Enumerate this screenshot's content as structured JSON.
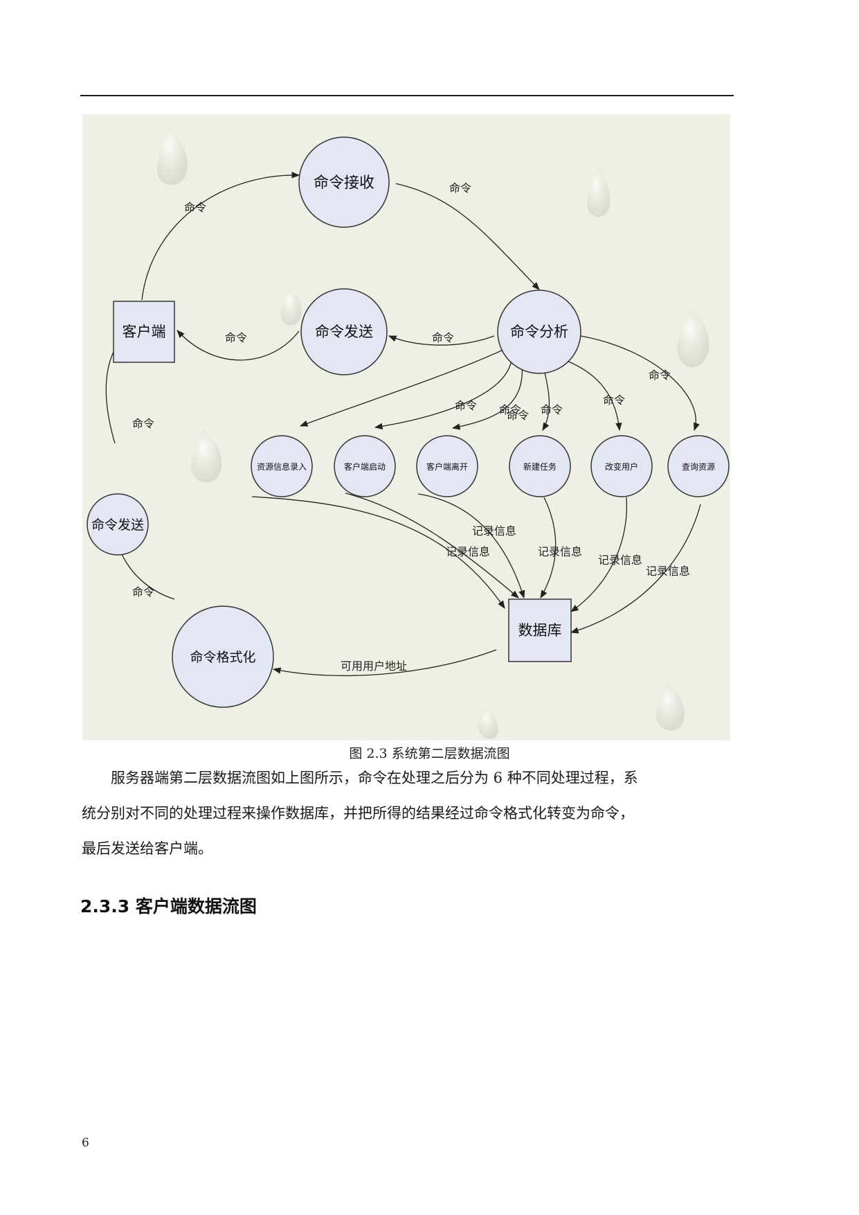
{
  "diagram": {
    "nodes": {
      "cmd_receive": "命令接收",
      "client": "客户端",
      "cmd_send_top": "命令发送",
      "cmd_analyze": "命令分析",
      "res_input": "资源信息录入",
      "client_start": "客户端启动",
      "client_leave": "客户端离开",
      "new_task": "新建任务",
      "change_user": "改变用户",
      "query_res": "查询资源",
      "cmd_send_left": "命令发送",
      "cmd_format": "命令格式化",
      "database": "数据库"
    },
    "edge_labels": {
      "client_to_receive": "命令",
      "receive_to_analyze": "命令",
      "send_to_client": "命令",
      "analyze_to_send": "命令",
      "analyze_to_res_input": "命令",
      "analyze_to_client_start": "命令",
      "analyze_to_client_leave": "命令",
      "analyze_to_new_task": "命令",
      "analyze_to_change_user": "命令",
      "analyze_to_query_res": "命令",
      "send_left_to_client": "命令",
      "format_to_send_left": "命令",
      "res_input_to_db": "记录信息",
      "client_start_to_db": "记录信息",
      "new_task_to_db": "记录信息",
      "change_user_to_db": "记录信息",
      "query_res_to_db": "记录信息",
      "db_to_format": "可用用户地址"
    }
  },
  "caption": "图 2.3  系统第二层数据流图",
  "paragraph": {
    "line1": "服务器端第二层数据流图如上图所示，命令在处理之后分为 6 种不同处理过程，系",
    "line2": "统分别对不同的处理过程来操作数据库，并把所得的结果经过命令格式化转变为命令，",
    "line3": "最后发送给客户端。"
  },
  "section_heading": "2.3.3 客户端数据流图",
  "page_number": "6"
}
